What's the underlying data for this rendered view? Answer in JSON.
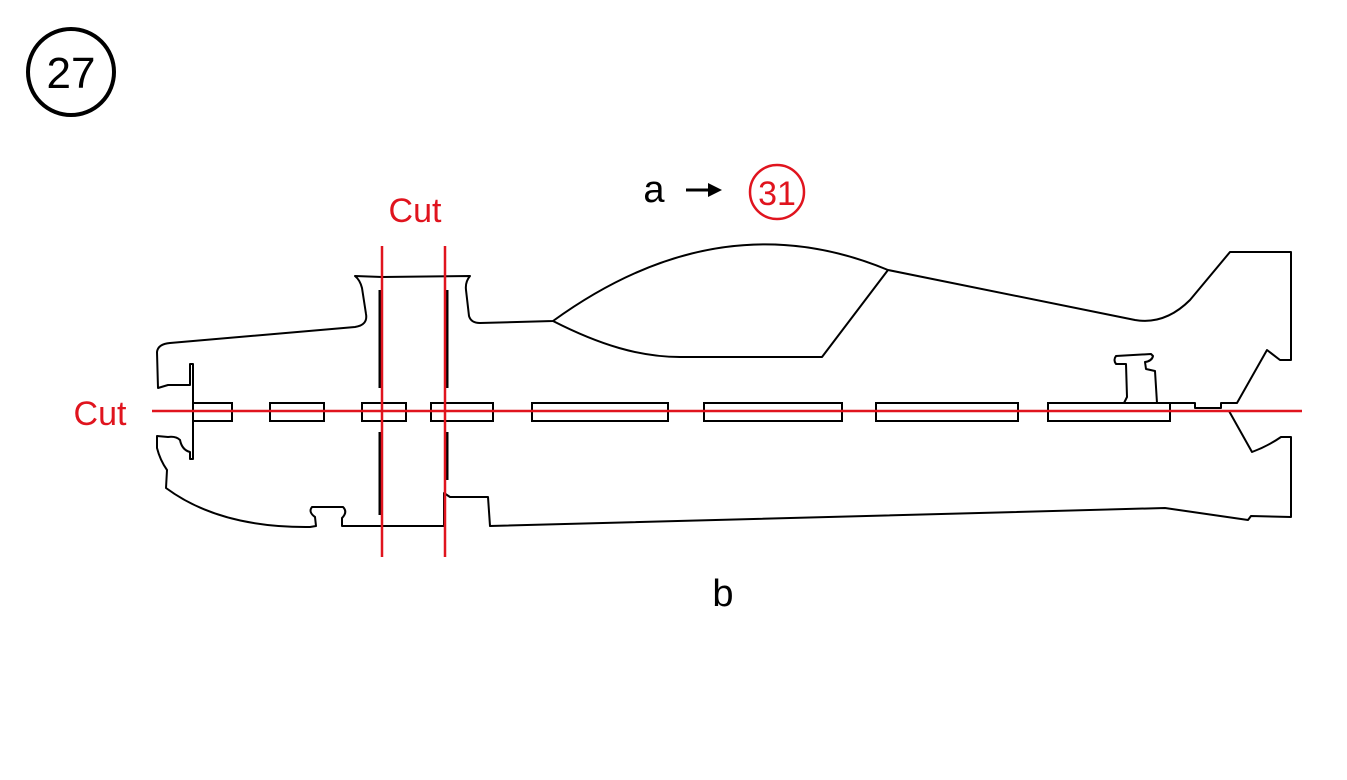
{
  "step": {
    "number": "27"
  },
  "labels": {
    "cut_horizontal": "Cut",
    "cut_vertical": "Cut",
    "part_a": "a",
    "arrow": "→",
    "ref_step": "31",
    "part_b": "b"
  },
  "colors": {
    "cut_line": "#e0141e",
    "outline": "#000000"
  }
}
